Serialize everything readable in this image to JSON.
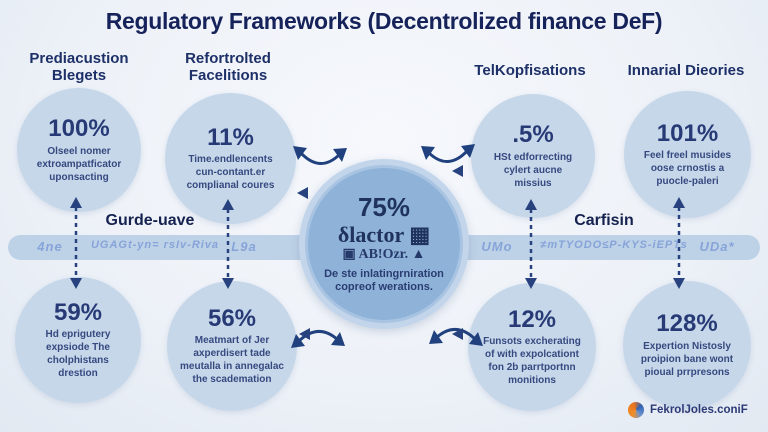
{
  "title": "Regulatory Frameworks (Decentrolized finance DeF)",
  "colors": {
    "navy_text": "#16225a",
    "bubble_fill": "#c6d7ea",
    "center_fill": "#8fb3d8",
    "band_fill": "#bdd1e7",
    "band_text": "#87a4d9",
    "arrow": "#27427f",
    "logo_orange": "#f09028"
  },
  "headers": [
    {
      "label": "Prediacustion Blegets"
    },
    {
      "label": "Refortrolted Facelitions"
    },
    {
      "label": "TelKopfisations"
    },
    {
      "label": "Innarial Dieories"
    }
  ],
  "circles": [
    {
      "pct": "100%",
      "text": "Olseel nomer extroampatficator uponsacting"
    },
    {
      "pct": "11%",
      "text": "Time.endlencents cun-contant.er complianal coures"
    },
    {
      "pct": ".5%",
      "text": "HSt edforrecting cylert aucne missius"
    },
    {
      "pct": "101%",
      "text": "Feel freel musides oose crnostis a puocle-paleri"
    },
    {
      "pct": "59%",
      "text": "Hd eprigutery expsiode The cholphistans drestion"
    },
    {
      "pct": "56%",
      "text": "Meatmart of Jer axperdisert tade meutalla in annegalac the scademation"
    },
    {
      "pct": "12%",
      "text": "Funsots excherating of with expolcationt fon 2b parrtportnn monitions"
    },
    {
      "pct": "128%",
      "text": "Expertion Nistosly proipion bane wont pioual prrpresons"
    }
  ],
  "center": {
    "pct": "75%",
    "keyword": "δlactor ▦",
    "subkeyword": "▣ AB!Ozr. ▲",
    "body": "De ste inlatingrniration copreof werations."
  },
  "band": {
    "left_label": "Gurde-uave",
    "right_label": "Carfisin",
    "segments": [
      "4ne",
      "UGAGt-yn= rsIv-Riva",
      "L9a",
      "UMo",
      "≠mTYODO≤P-KYS-iEPTs",
      "UDa*"
    ]
  },
  "footer": {
    "brand": "FekrolJoles.coniF"
  }
}
